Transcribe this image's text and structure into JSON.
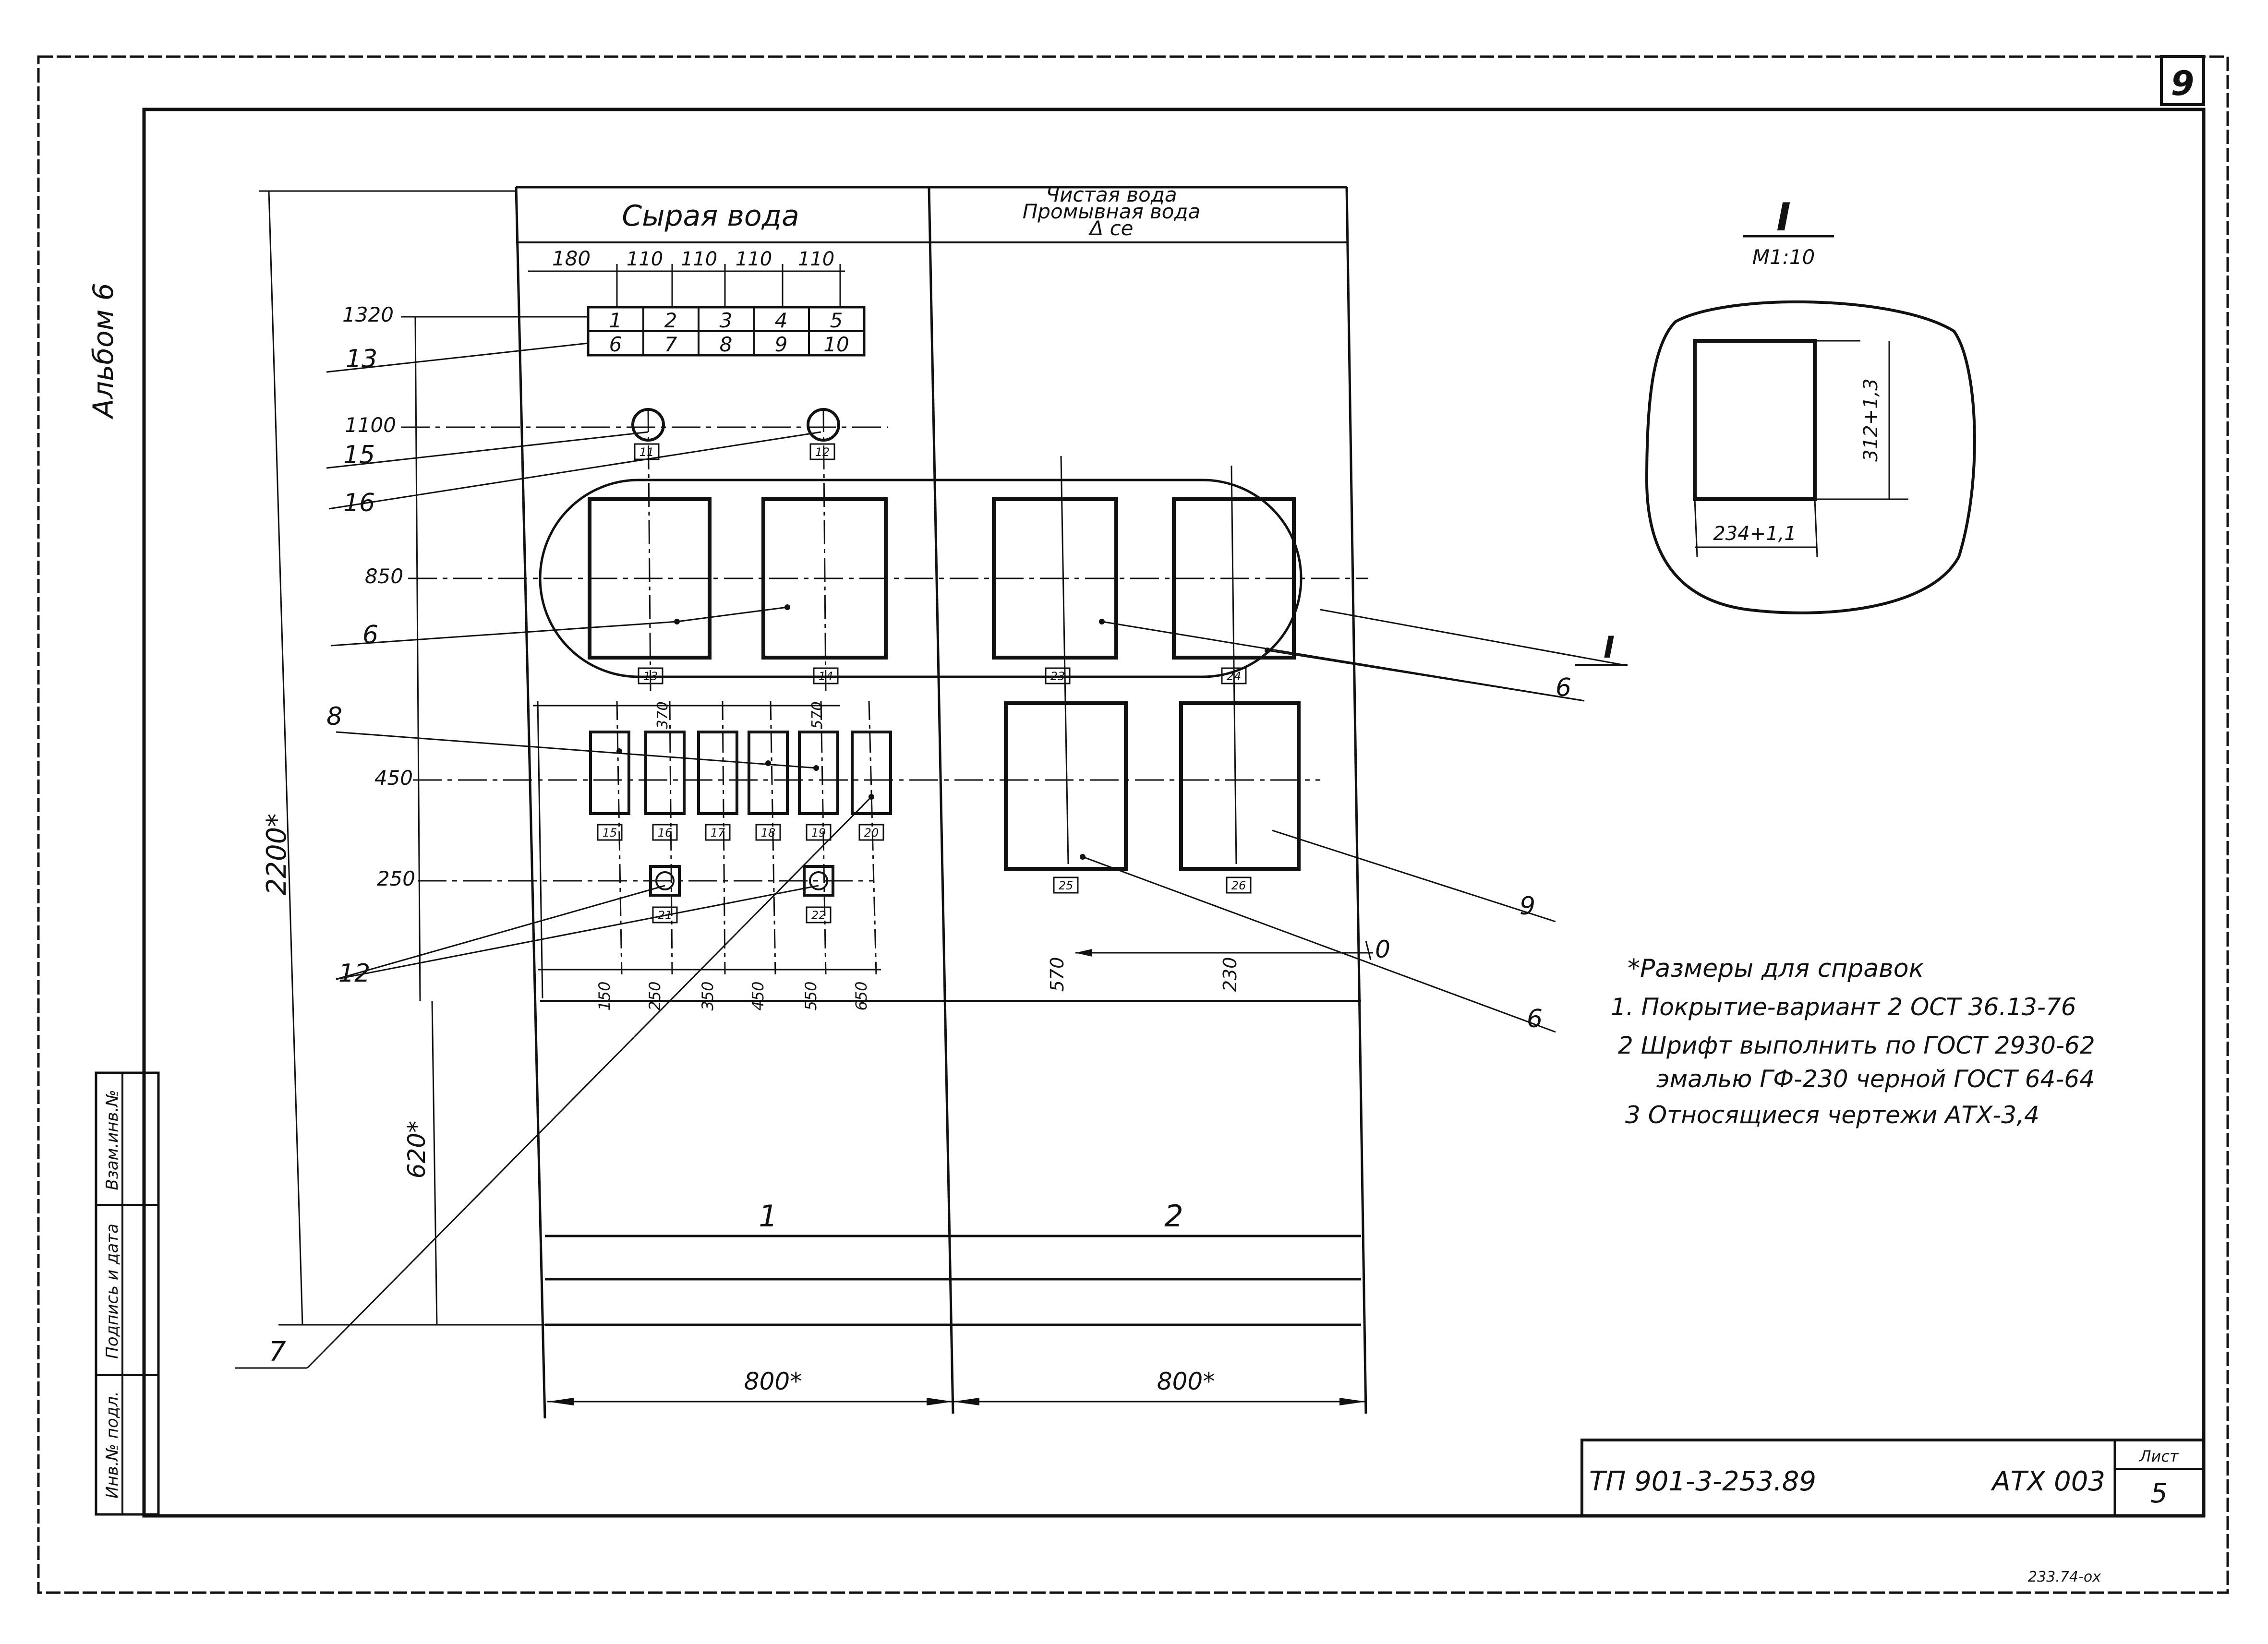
{
  "page_number": "9",
  "album": "Альбом 6",
  "section_headers": {
    "raw_water": "Сырая вода",
    "clean_water": "Чистая вода",
    "wash_water": "Промывная вода",
    "delta": "Δ се"
  },
  "top_dims": [
    "180",
    "110",
    "110",
    "110",
    "110"
  ],
  "elevations": [
    "1320",
    "1100",
    "850",
    "450",
    "250"
  ],
  "label_cells_row1": [
    "1",
    "2",
    "3",
    "4",
    "5"
  ],
  "label_cells_row2": [
    "6",
    "7",
    "8",
    "9",
    "10"
  ],
  "leaders": {
    "l13": "13",
    "l15": "15",
    "l16": "16",
    "l6a": "6",
    "l8": "8",
    "l12": "12",
    "l7": "7",
    "l9": "9",
    "l6b": "6",
    "l6c": "6",
    "lI": "I"
  },
  "tags": {
    "t11": "11",
    "t12": "12",
    "t13": "13",
    "t14": "14",
    "t23": "23",
    "t24": "24",
    "t25": "25",
    "t26": "26",
    "t15": "15",
    "t16": "16",
    "t17": "17",
    "t18": "18",
    "t19": "19",
    "t20": "20",
    "t21": "21",
    "t22": "22"
  },
  "bottom_dims_left": [
    "150",
    "250",
    "350",
    "450",
    "550",
    "650"
  ],
  "bottom_dims_right": [
    "570",
    "230",
    "0"
  ],
  "small_dims": [
    "370",
    "570"
  ],
  "overall_dims": {
    "height": "2200*",
    "lower": "620*",
    "width_left": "800*",
    "width_right": "800*"
  },
  "panel_numbers": [
    "1",
    "2"
  ],
  "detail": {
    "title": "I",
    "scale": "М1:10",
    "height": "312+1,3",
    "width": "234+1,1"
  },
  "notes": [
    "*Размеры для справок",
    "1. Покрытие-вариант 2 ОСТ 36.13-76",
    "2 Шрифт выполнить по ГОСТ 2930-62",
    "эмалью ГФ-230 черной ГОСТ 64-64",
    "3 Относящиеся чертежи АТХ-3,4"
  ],
  "side_stamp": [
    "Инв.№ подл.",
    "Подпись и дата",
    "Взам.инв.№"
  ],
  "title_block": {
    "doc_code": "ТП 901-3-253.89",
    "drawing": "АТХ 003",
    "sheet_label": "Лист",
    "sheet_number": "5"
  },
  "footer_mark": "233.74-ох"
}
